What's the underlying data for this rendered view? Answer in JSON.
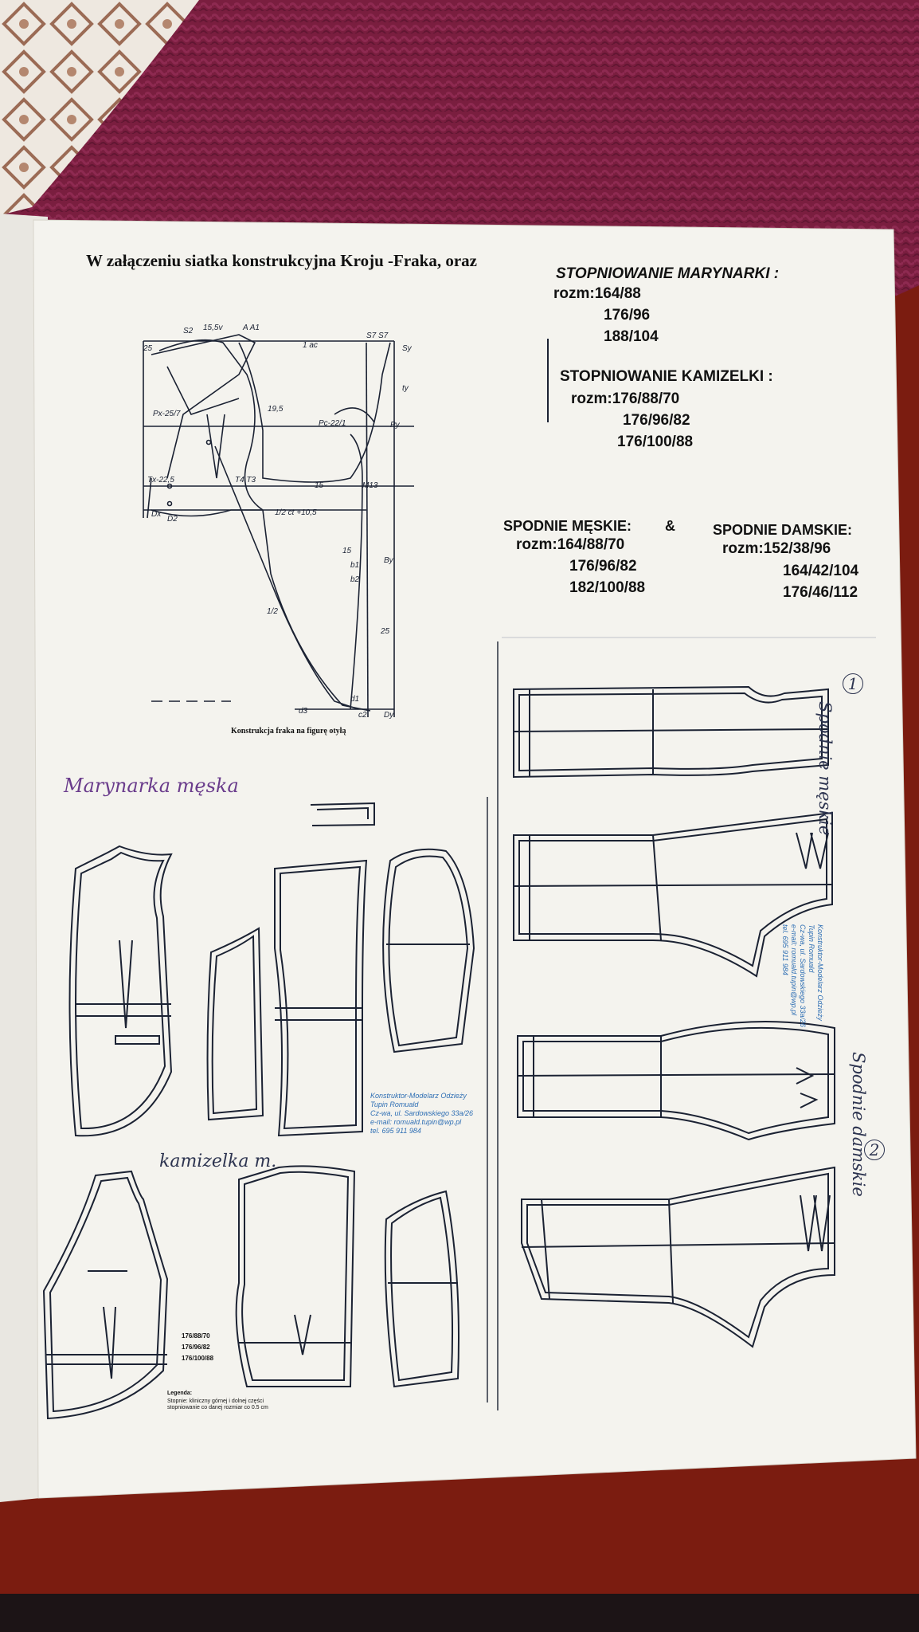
{
  "header": {
    "intro": "W załączeniu siatka konstrukcyjna Kroju -Fraka, oraz",
    "marynarka_title": "STOPNIOWANIE MARYNARKI :",
    "marynarka_sizes": [
      "rozm:164/88",
      "176/96",
      "188/104"
    ],
    "kamizelka_title": "STOPNIOWANIE KAMIZELKI :",
    "kamizelka_sizes": [
      "rozm:176/88/70",
      "176/96/82",
      "176/100/88"
    ],
    "spodnie_meskie_title": "SPODNIE MĘSKIE:",
    "ampersand": "&",
    "spodnie_damskie_title": "SPODNIE DAMSKIE:",
    "spodnie_meskie_sizes": [
      "rozm:164/88/70",
      "176/96/82",
      "182/100/88"
    ],
    "spodnie_damskie_sizes": [
      "rozm:152/38/96",
      "164/42/104",
      "176/46/112"
    ]
  },
  "frak_caption": "Konstrukcja fraka na figurę otyłą",
  "handwritten": {
    "marynarka": "Marynarka męska",
    "kamizelka": "kamizelka m.",
    "spodnie_meskie": "Spodnie męskie",
    "spodnie_damskie": "Spodnie damskie",
    "num1": "1",
    "num2": "2"
  },
  "stamp": {
    "name": "Konstruktor-Modelarz Odzieży",
    "person": "Tupin Romuald",
    "address": "Cz-wa, ul. Sardowskiego 33a/26",
    "email": "e-mail: romuald.tupin@wp.pl",
    "phone": "tel. 695 911 984"
  },
  "legend": {
    "title": "Legenda:",
    "text": "Stopnie: kliniczny górnej i dolnej części stopniowanie co danej rozmiar co 0.5 cm"
  },
  "size_marks_kamizelka": [
    "176/88/70",
    "176/96/82",
    "176/100/88"
  ],
  "colors": {
    "tablecloth": "#7a1e3f",
    "table": "#8a1f0e",
    "paper": "#f4f3ee",
    "ink": "#1b2233",
    "handwriting": "#6a3c8c",
    "stamp": "#2f6fb4"
  }
}
